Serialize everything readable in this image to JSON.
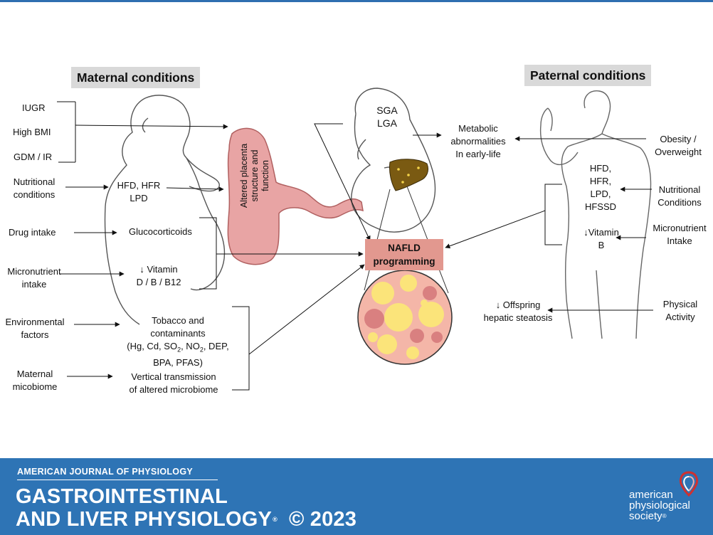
{
  "maternal": {
    "heading": "Maternal conditions",
    "left_factors": {
      "iugr": "IUGR",
      "high_bmi": "High BMI",
      "gdm_ir": "GDM / IR",
      "nutritional_1": "Nutritional",
      "nutritional_2": "conditions",
      "drug": "Drug intake",
      "micronutrient_1": "Micronutrient",
      "micronutrient_2": "intake",
      "environmental_1": "Environmental",
      "environmental_2": "factors",
      "microbiome_1": "Maternal",
      "microbiome_2": "micobiome"
    },
    "inner": {
      "diet_1": "HFD, HFR",
      "diet_2": "LPD",
      "glucocorticoids": "Glucocorticoids",
      "vitamin_1": "↓ Vitamin",
      "vitamin_2": "D / B / B12",
      "tobacco_1": "Tobacco and",
      "tobacco_2": "contaminants",
      "tobacco_3a": "(Hg, Cd, SO",
      "tobacco_3_sub1": "2",
      "tobacco_3b": ", NO",
      "tobacco_3_sub2": "2",
      "tobacco_3c": ", DEP,",
      "tobacco_4": "BPA, PFAS)",
      "vertical_1": "Vertical transmission",
      "vertical_2": "of altered microbiome"
    }
  },
  "placenta": {
    "line1": "Altered placenta",
    "line2": "structure and",
    "line3": "function"
  },
  "fetus": {
    "sga": "SGA",
    "lga": "LGA"
  },
  "nafld": {
    "line1": "NAFLD",
    "line2": "programming"
  },
  "outcomes": {
    "metabolic_1": "Metabolic",
    "metabolic_2": "abnormalities",
    "metabolic_3": "In early-life",
    "offspring_1": "↓ Offspring",
    "offspring_2": "hepatic steatosis"
  },
  "paternal": {
    "heading": "Paternal conditions",
    "right_factors": {
      "obesity_1": "Obesity /",
      "obesity_2": "Overweight",
      "nutritional_1": "Nutritional",
      "nutritional_2": "Conditions",
      "micronutrient_1": "Micronutrient",
      "micronutrient_2": "Intake",
      "physical_1": "Physical",
      "physical_2": "Activity"
    },
    "inner": {
      "diet_1": "HFD,",
      "diet_2": "HFR,",
      "diet_3": "LPD,",
      "diet_4": "HFSSD",
      "vitamin_1": "↓Vitamin",
      "vitamin_2": "B"
    }
  },
  "footer": {
    "journal_top": "AMERICAN JOURNAL OF PHYSIOLOGY",
    "journal_line1": "GASTROINTESTINAL",
    "journal_line2": "AND LIVER PHYSIOLOGY",
    "registered": "®",
    "copyright": "© 2023",
    "society_1": "american",
    "society_2": "physiological",
    "society_3": "society",
    "society_reg": "®"
  },
  "colors": {
    "header_rule": "#2f6fb0",
    "footer_bg": "#2e74b5",
    "heading_bg": "#d9d9d9",
    "placenta_fill": "#e8a4a4",
    "placenta_stroke": "#b06060",
    "nafld_box": "#e2988f",
    "liver_fill": "#7a5a12",
    "tissue_bg": "#f4b6a8",
    "fat_droplet": "#fbe47a",
    "inflamed_cell": "#d98080",
    "logo_red": "#d0302f"
  }
}
